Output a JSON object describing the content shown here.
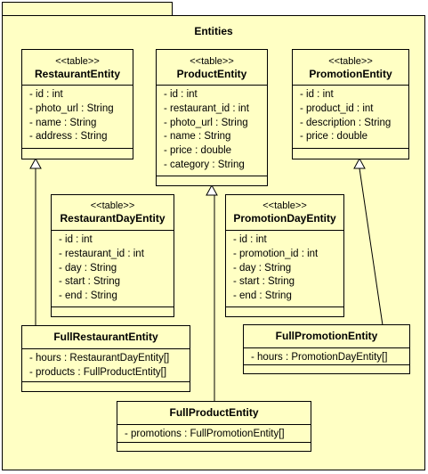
{
  "package": {
    "title": "Entities"
  },
  "classes": {
    "restaurant": {
      "stereotype": "<<table>>",
      "name": "RestaurantEntity",
      "attributes": [
        "id : int",
        "photo_url : String",
        "name : String",
        "address : String"
      ]
    },
    "product": {
      "stereotype": "<<table>>",
      "name": "ProductEntity",
      "attributes": [
        "id : int",
        "restaurant_id : int",
        "photo_url : String",
        "name : String",
        "price : double",
        "category : String"
      ]
    },
    "promotion": {
      "stereotype": "<<table>>",
      "name": "PromotionEntity",
      "attributes": [
        "id : int",
        "product_id : int",
        "description : String",
        "price : double"
      ]
    },
    "restaurant_day": {
      "stereotype": "<<table>>",
      "name": "RestaurantDayEntity",
      "attributes": [
        "id : int",
        "restaurant_id : int",
        "day : String",
        "start : String",
        "end : String"
      ]
    },
    "promotion_day": {
      "stereotype": "<<table>>",
      "name": "PromotionDayEntity",
      "attributes": [
        "id : int",
        "promotion_id : int",
        "day : String",
        "start : String",
        "end : String"
      ]
    },
    "full_restaurant": {
      "name": "FullRestaurantEntity",
      "attributes": [
        "hours : RestaurantDayEntity[]",
        "products : FullProductEntity[]"
      ]
    },
    "full_promotion": {
      "name": "FullPromotionEntity",
      "attributes": [
        "hours : PromotionDayEntity[]"
      ]
    },
    "full_product": {
      "name": "FullProductEntity",
      "attributes": [
        "promotions : FullPromotionEntity[]"
      ]
    }
  }
}
